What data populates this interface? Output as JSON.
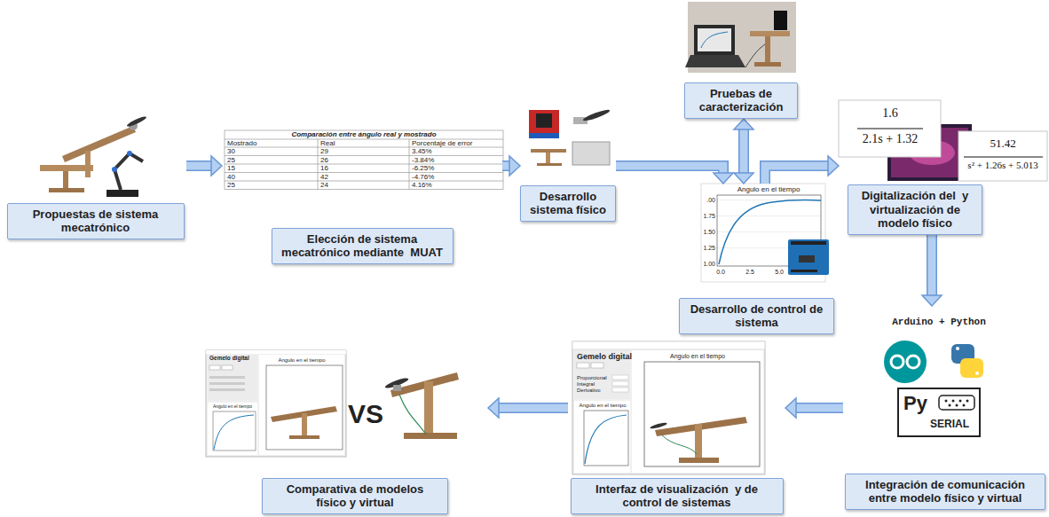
{
  "diagram": {
    "nodes": [
      {
        "text": [
          "Propuestas de sistema mecatrónico"
        ]
      },
      {
        "text": [
          "Elección de sistema mecatrónico mediante  MUAT"
        ]
      },
      {
        "text": [
          "Desarrollo sistema físico"
        ]
      },
      {
        "text": [
          "Pruebas de caracterización"
        ]
      },
      {
        "text": [
          "Desarrollo de control de sistema"
        ]
      },
      {
        "text": [
          "Digitalización del  y virtualización de modelo físico"
        ]
      },
      {
        "text": [
          "Integración de comunicación entre modelo físico y virtual"
        ]
      },
      {
        "text": [
          "Interfaz de visualización  y de control de sistemas"
        ]
      },
      {
        "text": [
          "Comparativa de modelos físico y virtual"
        ]
      }
    ],
    "edges": [
      {
        "from": 0,
        "to": 1,
        "arrow": "to"
      },
      {
        "from": 1,
        "to": 2,
        "arrow": "to"
      },
      {
        "from": 2,
        "to": 4,
        "arrow": "to"
      },
      {
        "from": 3,
        "to": 4,
        "arrow": "both"
      },
      {
        "from": 4,
        "to": 5,
        "arrow": "to"
      },
      {
        "from": 5,
        "to": 6,
        "arrow": "to"
      },
      {
        "from": 6,
        "to": 7,
        "arrow": "to"
      },
      {
        "from": 7,
        "to": 8,
        "arrow": "to"
      }
    ],
    "labels": [
      "Comparación entre ángulo real y mostrado",
      "Mostrado",
      "Real",
      "Porcentaje de error",
      "30",
      "29",
      "3.45%",
      "25",
      "26",
      "-3.84%",
      "15",
      "16",
      "-6.25%",
      "40",
      "42",
      "-4.76%",
      "25",
      "24",
      "4.16%",
      "1.6",
      "2.1s + 1.32",
      "51.42",
      "s² + 1.26s + 5.013",
      "Angulo en el tiempo",
      ".00",
      "1.75",
      "1.50",
      "1.25",
      "1.00",
      "0.0",
      "2.5",
      "5.0",
      "Arduino + Python",
      "Py",
      "SERIAL",
      "Gemelo digital",
      "Proporcional",
      "Integral",
      "Derivativo",
      "Angulo en el tiempo",
      "Angulo en el tiempo",
      "VS",
      "Gemelo digital",
      "Angulo en el tiempo",
      "Angulo en el tiempo"
    ]
  }
}
